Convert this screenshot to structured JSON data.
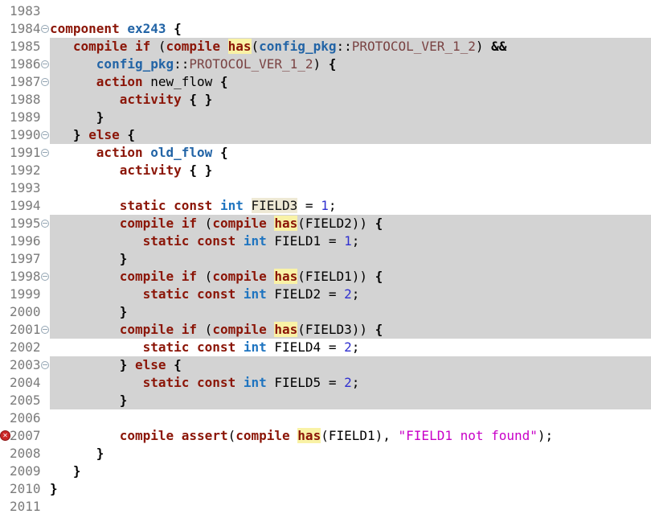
{
  "app": {
    "kind": "code-editor",
    "first_line": 1983,
    "last_line": 2011
  },
  "colors": {
    "keyword": "#8b1507",
    "identifier": "#2264a6",
    "type_keyword": "#1e74c0",
    "number_literal": "#3030cf",
    "string_literal": "#c800c8",
    "constant_ref": "#7a4343",
    "plain_text": "#000000",
    "has_occurrence_bg": "#f9f2a6",
    "field3_occurrence_bg": "#eee9d5",
    "inactive_line_bg": "#d3d3d3",
    "line_number": "#7b7b7b",
    "fold_icon": "#94a6b4",
    "error_icon_bg": "#cb2727",
    "editor_bg": "#ffffff"
  },
  "icons": {
    "error": "error-icon",
    "fold": "fold-collapse-icon"
  },
  "editor": {
    "lines": [
      {
        "n": "1983",
        "bg": "white",
        "fold": false,
        "error": false,
        "seg": []
      },
      {
        "n": "1984",
        "bg": "white",
        "fold": true,
        "error": false,
        "seg": [
          [
            "kw",
            "component"
          ],
          [
            "txt",
            " "
          ],
          [
            "id",
            "ex243"
          ],
          [
            "txt",
            " "
          ],
          [
            "brace",
            "{"
          ]
        ]
      },
      {
        "n": "1985",
        "bg": "gray",
        "fold": false,
        "error": false,
        "seg": [
          [
            "txt",
            "   "
          ],
          [
            "kw",
            "compile"
          ],
          [
            "txt",
            " "
          ],
          [
            "kw",
            "if"
          ],
          [
            "txt",
            " ("
          ],
          [
            "kw",
            "compile"
          ],
          [
            "txt",
            " "
          ],
          [
            "has",
            "has"
          ],
          [
            "txt",
            "("
          ],
          [
            "id",
            "config_pkg"
          ],
          [
            "txt",
            "::"
          ],
          [
            "const",
            "PROTOCOL_VER_1_2"
          ],
          [
            "txt",
            ") "
          ],
          [
            "brace",
            "&&"
          ]
        ]
      },
      {
        "n": "1986",
        "bg": "gray",
        "fold": true,
        "error": false,
        "seg": [
          [
            "txt",
            "      "
          ],
          [
            "id",
            "config_pkg"
          ],
          [
            "txt",
            "::"
          ],
          [
            "const",
            "PROTOCOL_VER_1_2"
          ],
          [
            "txt",
            ") "
          ],
          [
            "brace",
            "{"
          ]
        ]
      },
      {
        "n": "1987",
        "bg": "gray",
        "fold": true,
        "error": false,
        "seg": [
          [
            "txt",
            "      "
          ],
          [
            "kw",
            "action"
          ],
          [
            "txt",
            " new_flow "
          ],
          [
            "brace",
            "{"
          ]
        ]
      },
      {
        "n": "1988",
        "bg": "gray",
        "fold": false,
        "error": false,
        "seg": [
          [
            "txt",
            "         "
          ],
          [
            "kw",
            "activity"
          ],
          [
            "txt",
            " "
          ],
          [
            "brace",
            "{ }"
          ]
        ]
      },
      {
        "n": "1989",
        "bg": "gray",
        "fold": false,
        "error": false,
        "seg": [
          [
            "txt",
            "      "
          ],
          [
            "brace",
            "}"
          ]
        ]
      },
      {
        "n": "1990",
        "bg": "gray",
        "fold": true,
        "error": false,
        "seg": [
          [
            "txt",
            "   "
          ],
          [
            "brace",
            "}"
          ],
          [
            "txt",
            " "
          ],
          [
            "kw",
            "else"
          ],
          [
            "txt",
            " "
          ],
          [
            "brace",
            "{"
          ]
        ]
      },
      {
        "n": "1991",
        "bg": "white",
        "fold": true,
        "error": false,
        "seg": [
          [
            "txt",
            "      "
          ],
          [
            "kw",
            "action"
          ],
          [
            "txt",
            " "
          ],
          [
            "id",
            "old_flow"
          ],
          [
            "txt",
            " "
          ],
          [
            "brace",
            "{"
          ]
        ]
      },
      {
        "n": "1992",
        "bg": "white",
        "fold": false,
        "error": false,
        "seg": [
          [
            "txt",
            "         "
          ],
          [
            "kw",
            "activity"
          ],
          [
            "txt",
            " "
          ],
          [
            "brace",
            "{ }"
          ]
        ]
      },
      {
        "n": "1993",
        "bg": "white",
        "fold": false,
        "error": false,
        "seg": []
      },
      {
        "n": "1994",
        "bg": "white",
        "fold": false,
        "error": false,
        "seg": [
          [
            "txt",
            "         "
          ],
          [
            "kw",
            "static"
          ],
          [
            "txt",
            " "
          ],
          [
            "kw",
            "const"
          ],
          [
            "txt",
            " "
          ],
          [
            "type",
            "int"
          ],
          [
            "txt",
            " "
          ],
          [
            "occ",
            "FIELD3"
          ],
          [
            "txt",
            " = "
          ],
          [
            "num",
            "1"
          ],
          [
            "txt",
            ";"
          ]
        ]
      },
      {
        "n": "1995",
        "bg": "gray",
        "fold": true,
        "error": false,
        "seg": [
          [
            "txt",
            "         "
          ],
          [
            "kw",
            "compile"
          ],
          [
            "txt",
            " "
          ],
          [
            "kw",
            "if"
          ],
          [
            "txt",
            " ("
          ],
          [
            "kw",
            "compile"
          ],
          [
            "txt",
            " "
          ],
          [
            "has",
            "has"
          ],
          [
            "txt",
            "(FIELD2)) "
          ],
          [
            "brace",
            "{"
          ]
        ]
      },
      {
        "n": "1996",
        "bg": "gray",
        "fold": false,
        "error": false,
        "seg": [
          [
            "txt",
            "            "
          ],
          [
            "kw",
            "static"
          ],
          [
            "txt",
            " "
          ],
          [
            "kw",
            "const"
          ],
          [
            "txt",
            " "
          ],
          [
            "type",
            "int"
          ],
          [
            "txt",
            " FIELD1 = "
          ],
          [
            "num",
            "1"
          ],
          [
            "txt",
            ";"
          ]
        ]
      },
      {
        "n": "1997",
        "bg": "gray",
        "fold": false,
        "error": false,
        "seg": [
          [
            "txt",
            "         "
          ],
          [
            "brace",
            "}"
          ]
        ]
      },
      {
        "n": "1998",
        "bg": "gray",
        "fold": true,
        "error": false,
        "seg": [
          [
            "txt",
            "         "
          ],
          [
            "kw",
            "compile"
          ],
          [
            "txt",
            " "
          ],
          [
            "kw",
            "if"
          ],
          [
            "txt",
            " ("
          ],
          [
            "kw",
            "compile"
          ],
          [
            "txt",
            " "
          ],
          [
            "has",
            "has"
          ],
          [
            "txt",
            "(FIELD1)) "
          ],
          [
            "brace",
            "{"
          ]
        ]
      },
      {
        "n": "1999",
        "bg": "gray",
        "fold": false,
        "error": false,
        "seg": [
          [
            "txt",
            "            "
          ],
          [
            "kw",
            "static"
          ],
          [
            "txt",
            " "
          ],
          [
            "kw",
            "const"
          ],
          [
            "txt",
            " "
          ],
          [
            "type",
            "int"
          ],
          [
            "txt",
            " FIELD2 = "
          ],
          [
            "num",
            "2"
          ],
          [
            "txt",
            ";"
          ]
        ]
      },
      {
        "n": "2000",
        "bg": "gray",
        "fold": false,
        "error": false,
        "seg": [
          [
            "txt",
            "         "
          ],
          [
            "brace",
            "}"
          ]
        ]
      },
      {
        "n": "2001",
        "bg": "gray",
        "fold": true,
        "error": false,
        "seg": [
          [
            "txt",
            "         "
          ],
          [
            "kw",
            "compile"
          ],
          [
            "txt",
            " "
          ],
          [
            "kw",
            "if"
          ],
          [
            "txt",
            " ("
          ],
          [
            "kw",
            "compile"
          ],
          [
            "txt",
            " "
          ],
          [
            "has",
            "has"
          ],
          [
            "txt",
            "(FIELD3)) "
          ],
          [
            "brace",
            "{"
          ]
        ]
      },
      {
        "n": "2002",
        "bg": "white",
        "fold": false,
        "error": false,
        "seg": [
          [
            "txt",
            "            "
          ],
          [
            "kw",
            "static"
          ],
          [
            "txt",
            " "
          ],
          [
            "kw",
            "const"
          ],
          [
            "txt",
            " "
          ],
          [
            "type",
            "int"
          ],
          [
            "txt",
            " FIELD4 = "
          ],
          [
            "num",
            "2"
          ],
          [
            "txt",
            ";"
          ]
        ]
      },
      {
        "n": "2003",
        "bg": "gray",
        "fold": true,
        "error": false,
        "seg": [
          [
            "txt",
            "         "
          ],
          [
            "brace",
            "}"
          ],
          [
            "txt",
            " "
          ],
          [
            "kw",
            "else"
          ],
          [
            "txt",
            " "
          ],
          [
            "brace",
            "{"
          ]
        ]
      },
      {
        "n": "2004",
        "bg": "gray",
        "fold": false,
        "error": false,
        "seg": [
          [
            "txt",
            "            "
          ],
          [
            "kw",
            "static"
          ],
          [
            "txt",
            " "
          ],
          [
            "kw",
            "const"
          ],
          [
            "txt",
            " "
          ],
          [
            "type",
            "int"
          ],
          [
            "txt",
            " FIELD5 = "
          ],
          [
            "num",
            "2"
          ],
          [
            "txt",
            ";"
          ]
        ]
      },
      {
        "n": "2005",
        "bg": "gray",
        "fold": false,
        "error": false,
        "seg": [
          [
            "txt",
            "         "
          ],
          [
            "brace",
            "}"
          ]
        ]
      },
      {
        "n": "2006",
        "bg": "white",
        "fold": false,
        "error": false,
        "seg": []
      },
      {
        "n": "2007",
        "bg": "white",
        "fold": false,
        "error": true,
        "seg": [
          [
            "txt",
            "         "
          ],
          [
            "kw",
            "compile"
          ],
          [
            "txt",
            " "
          ],
          [
            "kw",
            "assert"
          ],
          [
            "txt",
            "("
          ],
          [
            "kw",
            "compile"
          ],
          [
            "txt",
            " "
          ],
          [
            "has",
            "has"
          ],
          [
            "txt",
            "(FIELD1), "
          ],
          [
            "str",
            "\"FIELD1 not found\""
          ],
          [
            "txt",
            ");"
          ]
        ]
      },
      {
        "n": "2008",
        "bg": "white",
        "fold": false,
        "error": false,
        "seg": [
          [
            "txt",
            "      "
          ],
          [
            "brace",
            "}"
          ]
        ]
      },
      {
        "n": "2009",
        "bg": "white",
        "fold": false,
        "error": false,
        "seg": [
          [
            "txt",
            "   "
          ],
          [
            "brace",
            "}"
          ]
        ]
      },
      {
        "n": "2010",
        "bg": "white",
        "fold": false,
        "error": false,
        "seg": [
          [
            "brace",
            "}"
          ]
        ]
      },
      {
        "n": "2011",
        "bg": "white",
        "fold": false,
        "error": false,
        "seg": []
      }
    ]
  }
}
